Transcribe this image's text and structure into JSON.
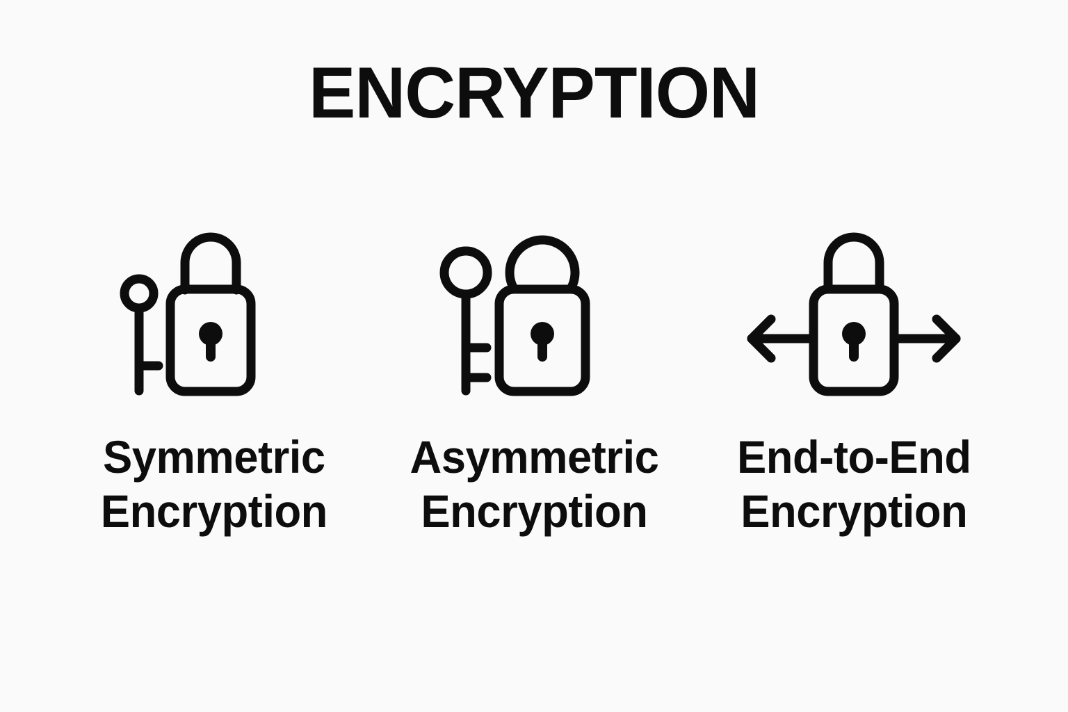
{
  "page": {
    "title": "ENCRYPTION",
    "background_color": "#fafafa",
    "ink_color": "#0d0d0d"
  },
  "items": [
    {
      "id": "symmetric",
      "label": "Symmetric\nEncryption",
      "icon_name": "key-and-padlock-icon",
      "icon_parts": [
        "single-key",
        "padlock-closed",
        "keyhole"
      ]
    },
    {
      "id": "asymmetric",
      "label": "Asymmetric\nEncryption",
      "icon_name": "key-and-ring-padlock-icon",
      "icon_parts": [
        "double-tooth-key",
        "padlock-ring-shackle",
        "keyhole"
      ]
    },
    {
      "id": "end-to-end",
      "label": "End-to-End\nEncryption",
      "icon_name": "padlock-with-arrows-icon",
      "icon_parts": [
        "arrow-left",
        "padlock-closed",
        "arrow-right",
        "keyhole"
      ]
    }
  ]
}
